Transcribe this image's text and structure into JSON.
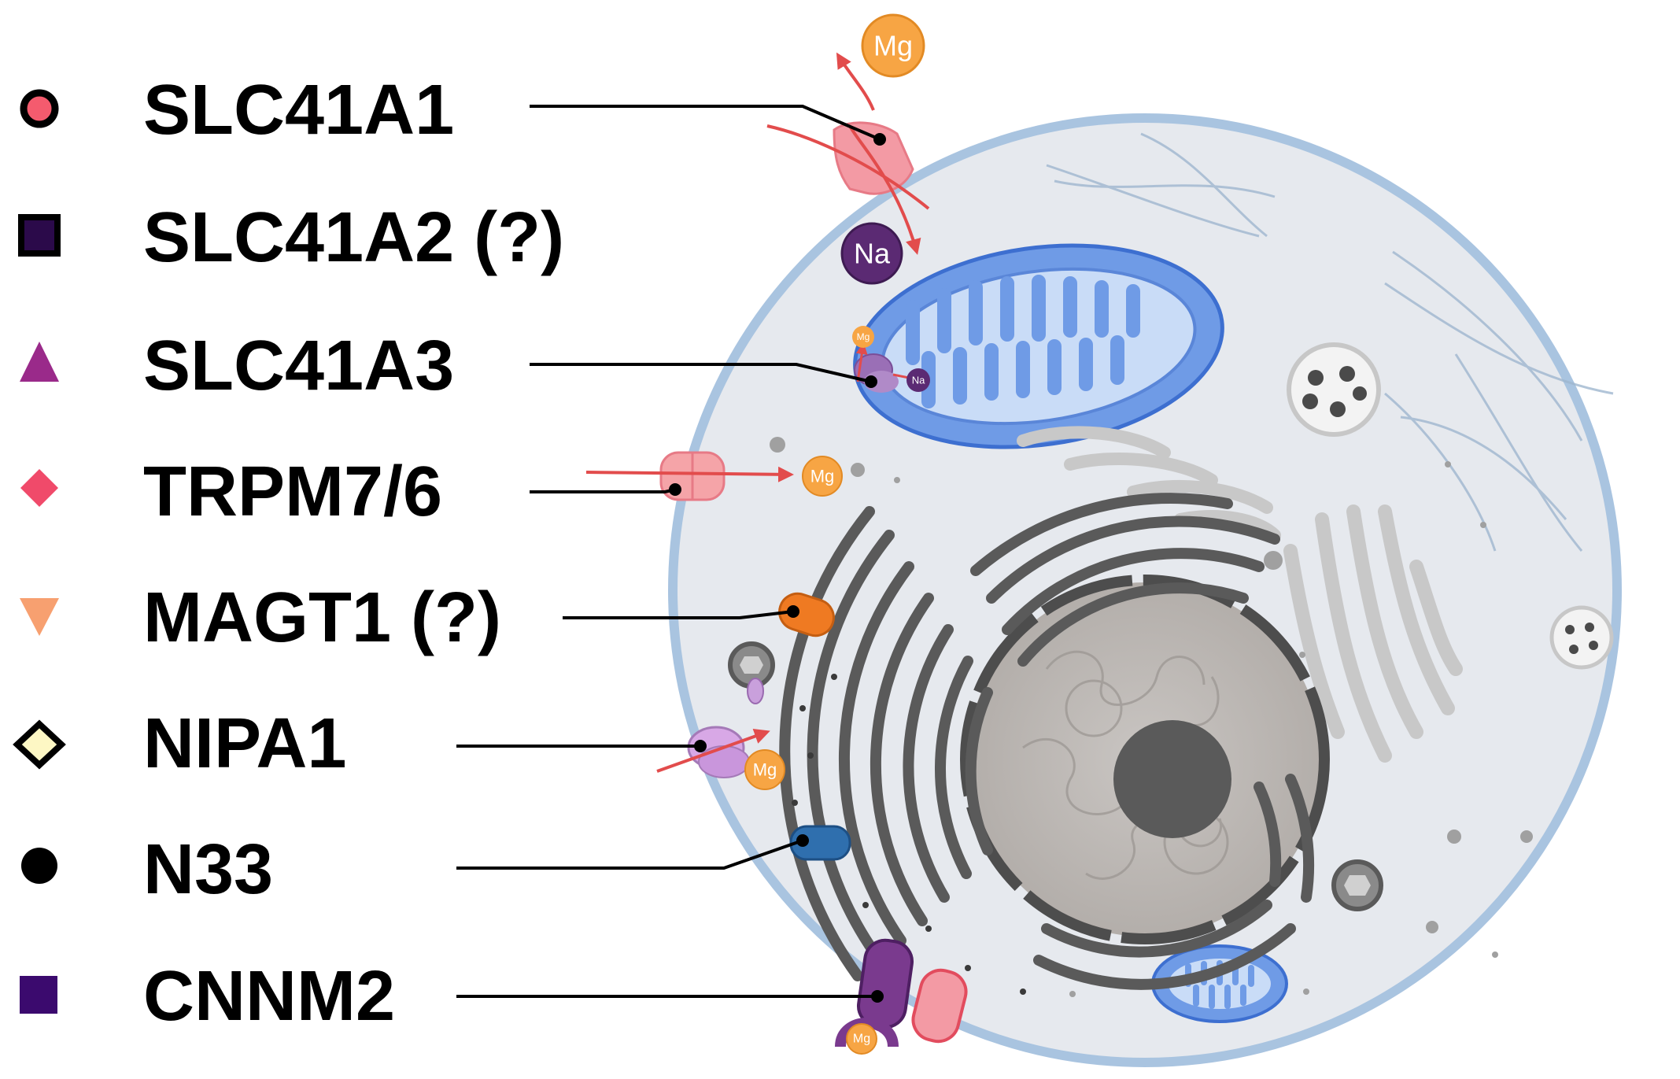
{
  "legend": [
    {
      "label": "SLC41A1",
      "marker": "circle-outlined",
      "color": "#f45b6e"
    },
    {
      "label": "SLC41A2 (?)",
      "marker": "square-outlined",
      "color": "#2b0a4a"
    },
    {
      "label": "SLC41A3",
      "marker": "triangle-up",
      "color": "#9a2a8a"
    },
    {
      "label": "TRPM7/6",
      "marker": "diamond",
      "color": "#f04a6a"
    },
    {
      "label": "MAGT1 (?)",
      "marker": "triangle-down",
      "color": "#f7a070"
    },
    {
      "label": "NIPA1",
      "marker": "diamond-outlined",
      "color": "#fdf7c4"
    },
    {
      "label": "N33",
      "marker": "circle",
      "color": "#000000"
    },
    {
      "label": "CNNM2",
      "marker": "square",
      "color": "#3b0a6e"
    }
  ],
  "ions": {
    "mg": "Mg",
    "na": "Na"
  },
  "colors": {
    "cytoplasm": "#e6e9ee",
    "membrane": "#a9c4e0",
    "mitochondrion": "#6f9be6",
    "er": "#5a5a5a",
    "nucleus": "#bdb9b6",
    "mg_ion": "#f7a544",
    "na_ion": "#5b2a73",
    "slc41a1": "#f39aa4",
    "trpm": "#f5a4a8",
    "magt1": "#ef7a22",
    "nipa1": "#d8a8e6",
    "n33": "#2f6fae",
    "cnnm2": "#7a3a8e"
  }
}
